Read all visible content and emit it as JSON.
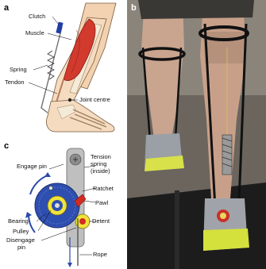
{
  "figure": {
    "panel_a": {
      "letter": "a",
      "labels": {
        "clutch": "Clutch",
        "muscle": "Muscle",
        "spring": "Spring",
        "tendon": "Tendon",
        "joint_centre": "Joint centre"
      }
    },
    "panel_b": {
      "letter": "b"
    },
    "panel_c": {
      "letter": "c",
      "labels": {
        "engage_pin": "Engage pin",
        "tension_spring_line1": "Tension",
        "tension_spring_line2": "spring",
        "tension_spring_line3": "(inside)",
        "ratchet": "Ratchet",
        "pawl": "Pawl",
        "detent": "Detent",
        "bearing": "Bearing",
        "pulley": "Pulley",
        "disengage_pin_line1": "Disengage",
        "disengage_pin_line2": "pin",
        "rope": "Rope"
      }
    }
  }
}
